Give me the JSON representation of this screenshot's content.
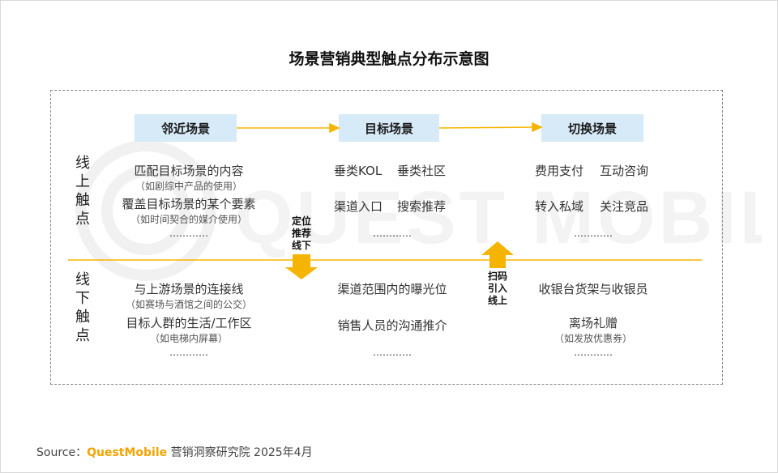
{
  "title": "场景营销典型触点分布示意图",
  "watermark_text": "QUEST MOBILE",
  "scenes": [
    "邻近场景",
    "目标场景",
    "切换场景"
  ],
  "online": {
    "label": [
      "线",
      "上",
      "触",
      "点"
    ],
    "col1": {
      "item1": "匹配目标场景的内容",
      "item1_sub": "（如剧综中产品的使用）",
      "item2": "覆盖目标场景的某个要素",
      "item2_sub": "（如时间契合的媒介使用）",
      "more": "…………"
    },
    "col2": {
      "item1a": "垂类KOL",
      "item1b": "垂类社区",
      "item2a": "渠道入口",
      "item2b": "搜索推荐",
      "more": "…………"
    },
    "col3": {
      "item1a": "费用支付",
      "item1b": "互动咨询",
      "item2a": "转入私域",
      "item2b": "关注竞品",
      "more": "…………"
    }
  },
  "offline": {
    "label": [
      "线",
      "下",
      "触",
      "点"
    ],
    "col1": {
      "item1": "与上游场景的连接线",
      "item1_sub": "（如赛场与酒馆之间的公交）",
      "item2": "目标人群的生活/工作区",
      "item2_sub": "（如电梯内屏幕）",
      "more": "…………"
    },
    "col2": {
      "item1": "渠道范围内的曝光位",
      "item2": "销售人员的沟通推介",
      "more": "…………"
    },
    "col3": {
      "item1": "收银台货架与收银员",
      "item2": "离场礼赠",
      "item2_sub": "（如发放优惠券）",
      "more": "…………"
    }
  },
  "down_arrow_label": [
    "定位",
    "推荐",
    "线下"
  ],
  "up_arrow_label": [
    "扫码",
    "引入",
    "线上"
  ],
  "source": {
    "prefix": "Source：",
    "brand": "QuestMobile",
    "suffix": " 营销洞察研究院 2025年4月"
  },
  "colors": {
    "accent": "#f5b400",
    "scene_box": "#d6eaf8",
    "line": "#f5b400"
  }
}
